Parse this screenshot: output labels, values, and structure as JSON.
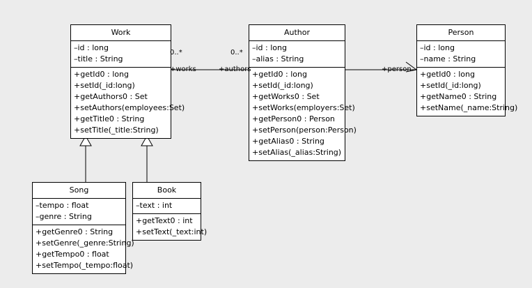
{
  "diagram": {
    "type": "uml-class-diagram",
    "background_color": "#ececec",
    "line_color": "#000000",
    "class_fill_color": "#ffffff",
    "classes": [
      {
        "id": "work",
        "name": "Work",
        "attributes": [
          "–id : long",
          "–title : String"
        ],
        "methods": [
          "+getId0 : long",
          "+setId(_id:long)",
          "+getAuthors0 : Set",
          "+setAuthors(employees:Set)",
          "+getTitle0 : String",
          "+setTitle(_title:String)"
        ]
      },
      {
        "id": "author",
        "name": "Author",
        "attributes": [
          "–id : long",
          "–alias : String"
        ],
        "methods": [
          "+getId0 : long",
          "+setId(_id:long)",
          "+getWorks0 : Set",
          "+setWorks(employers:Set)",
          "+getPerson0 : Person",
          "+setPerson(person:Person)",
          "+getAlias0 : String",
          "+setAlias(_alias:String)"
        ]
      },
      {
        "id": "person",
        "name": "Person",
        "attributes": [
          "–id : long",
          "–name : String"
        ],
        "methods": [
          "+getId0 : long",
          "+setId(_id:long)",
          "+getName0 : String",
          "+setName(_name:String)"
        ]
      },
      {
        "id": "song",
        "name": "Song",
        "attributes": [
          "–tempo : float",
          "–genre : String"
        ],
        "methods": [
          "+getGenre0 : String",
          "+setGenre(_genre:String)",
          "+getTempo0 : float",
          "+setTempo(_tempo:float)"
        ]
      },
      {
        "id": "book",
        "name": "Book",
        "attributes": [
          "–text : int"
        ],
        "methods": [
          "+getText0 : int",
          "+setText(_text:int)"
        ]
      }
    ],
    "relationships": [
      {
        "id": "work-author",
        "kind": "association",
        "from": "work",
        "to": "author",
        "source_multiplicity": "0..*",
        "target_multiplicity": "0..*",
        "source_role": "+works",
        "target_role": "+authors"
      },
      {
        "id": "author-person",
        "kind": "directed-association",
        "from": "author",
        "to": "person",
        "target_role": "+person"
      },
      {
        "id": "song-work",
        "kind": "generalization",
        "from": "song",
        "to": "work"
      },
      {
        "id": "book-work",
        "kind": "generalization",
        "from": "book",
        "to": "work"
      }
    ]
  }
}
